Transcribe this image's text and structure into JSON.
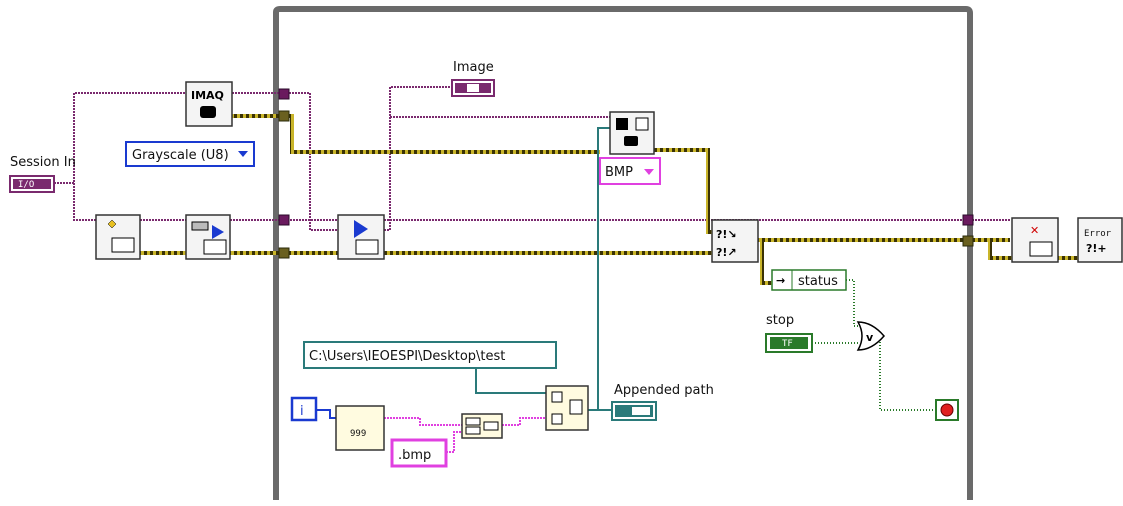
{
  "labels": {
    "session_in": "Session In",
    "image": "Image",
    "stop": "stop",
    "appended_path": "Appended path",
    "status": "status"
  },
  "controls": {
    "color_mode": "Grayscale (U8)",
    "file_type": "BMP",
    "path": "C:\\Users\\IEOESPI\\Desktop\\test",
    "extension": ".bmp",
    "loop_index": "i"
  },
  "terminals": {
    "io": "I/O",
    "bool_tf": "TF",
    "imaq": "IMAQ",
    "numeric_999": "999",
    "error_text": "Error"
  },
  "colors": {
    "refnum_wire": "#7a2a6e",
    "error_wire": "#8a7a10",
    "path_wire": "#2a7a7a",
    "string_wire": "#e040e0",
    "bool_wire": "#2a7a2a",
    "int_wire": "#1a3ad0",
    "loop_border": "#6a6a6a"
  }
}
